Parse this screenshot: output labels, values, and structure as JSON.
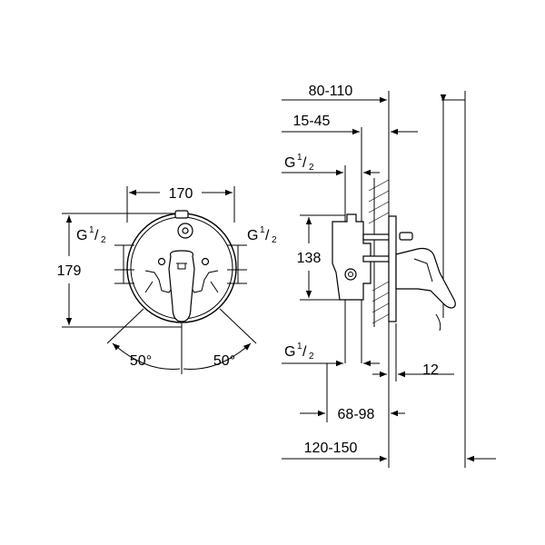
{
  "front_view": {
    "width": "170",
    "height": "179",
    "thread_left": {
      "prefix": "G",
      "num": "1",
      "den": "2"
    },
    "thread_right": {
      "prefix": "G",
      "num": "1",
      "den": "2"
    },
    "angle_left": "50°",
    "angle_right": "50°"
  },
  "side_view": {
    "dim_80_110": "80-110",
    "dim_15_45": "15-45",
    "thread_top": {
      "prefix": "G",
      "num": "1",
      "den": "2"
    },
    "dim_138": "138",
    "thread_bottom": {
      "prefix": "G",
      "num": "1",
      "den": "2"
    },
    "dim_12": "12",
    "dim_68_98": "68-98",
    "dim_120_150": "120-150"
  }
}
